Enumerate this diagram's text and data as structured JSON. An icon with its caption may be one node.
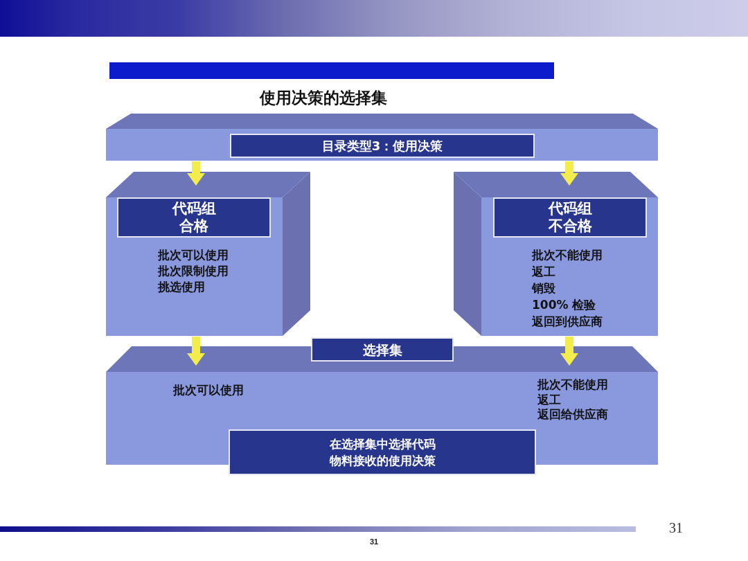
{
  "diagram": {
    "title": "使用决策的选择集",
    "nodes": [
      {
        "text": [],
        "shape": "bar"
      },
      {
        "text": [],
        "shape": "box"
      },
      {
        "text": [
          "目录类型3：使用决策"
        ],
        "in": 1
      },
      {
        "text": [
          "批次可以使用",
          "批次限制使用",
          "挑选使用"
        ]
      },
      {
        "text": [
          "代码组",
          "合格"
        ],
        "in": 3
      },
      {
        "text": [
          "批次不能使用",
          "返工",
          "销毁",
          "100% 检验",
          "返回到供应商"
        ]
      },
      {
        "text": [
          "代码组",
          "不合格"
        ],
        "in": 5
      },
      {
        "text": [
          "选择集"
        ]
      },
      {
        "text": [
          "批次可以使用",
          "批次不能使用",
          "返工",
          "返回给供应商"
        ]
      },
      {
        "text": [
          "在选择集中选择代码",
          "物料接收的使用决策"
        ]
      }
    ],
    "edges": [
      {
        "from": 1,
        "to": 3,
        "arrow": "to"
      },
      {
        "from": 1,
        "to": 5,
        "arrow": "to"
      },
      {
        "from": 3,
        "to": 8,
        "arrow": "to"
      },
      {
        "from": 5,
        "to": 8,
        "arrow": "to"
      }
    ],
    "labels": [
      "31",
      "31"
    ]
  }
}
